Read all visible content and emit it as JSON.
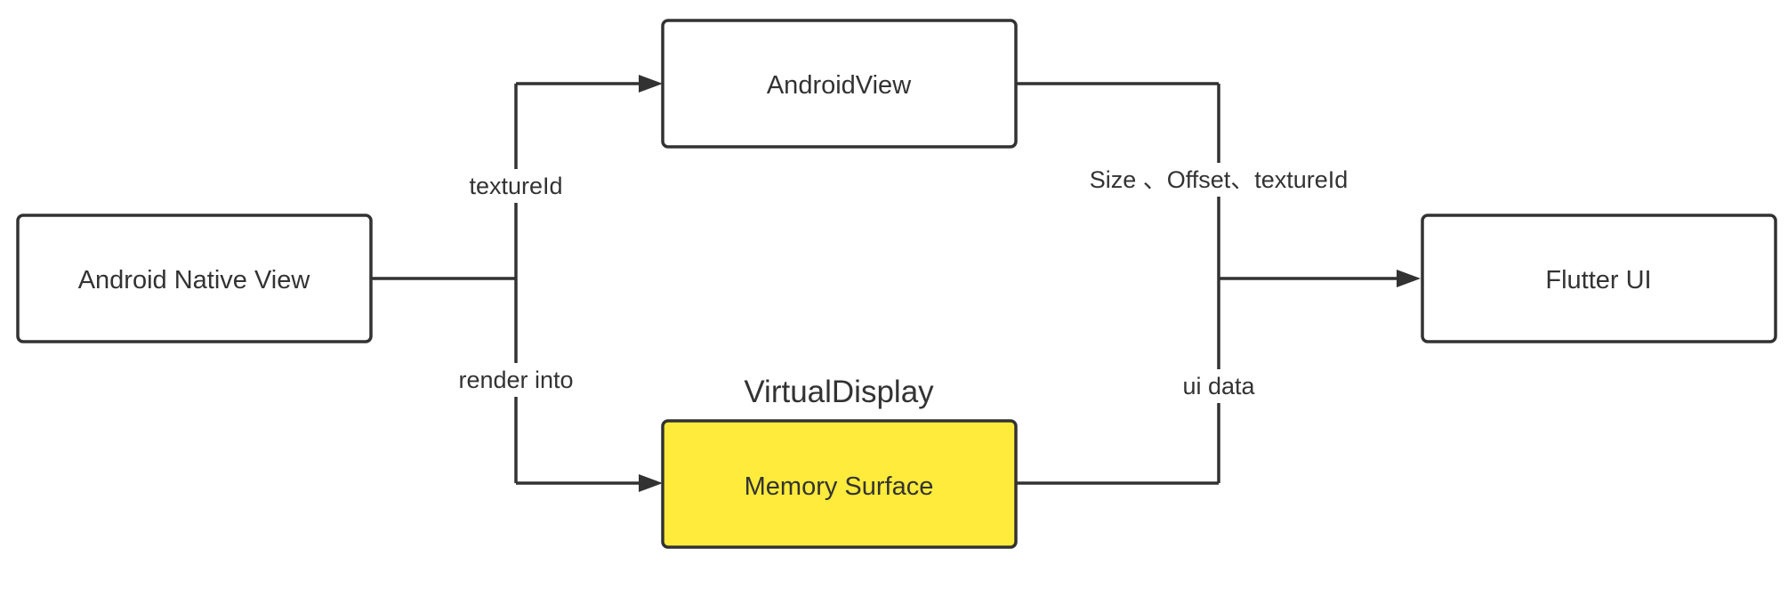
{
  "colors": {
    "stroke": "#323232",
    "text": "#333333",
    "highlight_fill": "#ffeb3b",
    "box_fill": "#ffffff"
  },
  "nodes": {
    "android_native_view": "Android Native View",
    "android_view": "AndroidView",
    "memory_surface": "Memory Surface",
    "flutter_ui": "Flutter UI"
  },
  "group_title": "VirtualDisplay",
  "edge_labels": {
    "texture_id": "textureId",
    "render_into": "render into",
    "size_offset_texture": "Size 、Offset、textureId",
    "ui_data": "ui data"
  }
}
